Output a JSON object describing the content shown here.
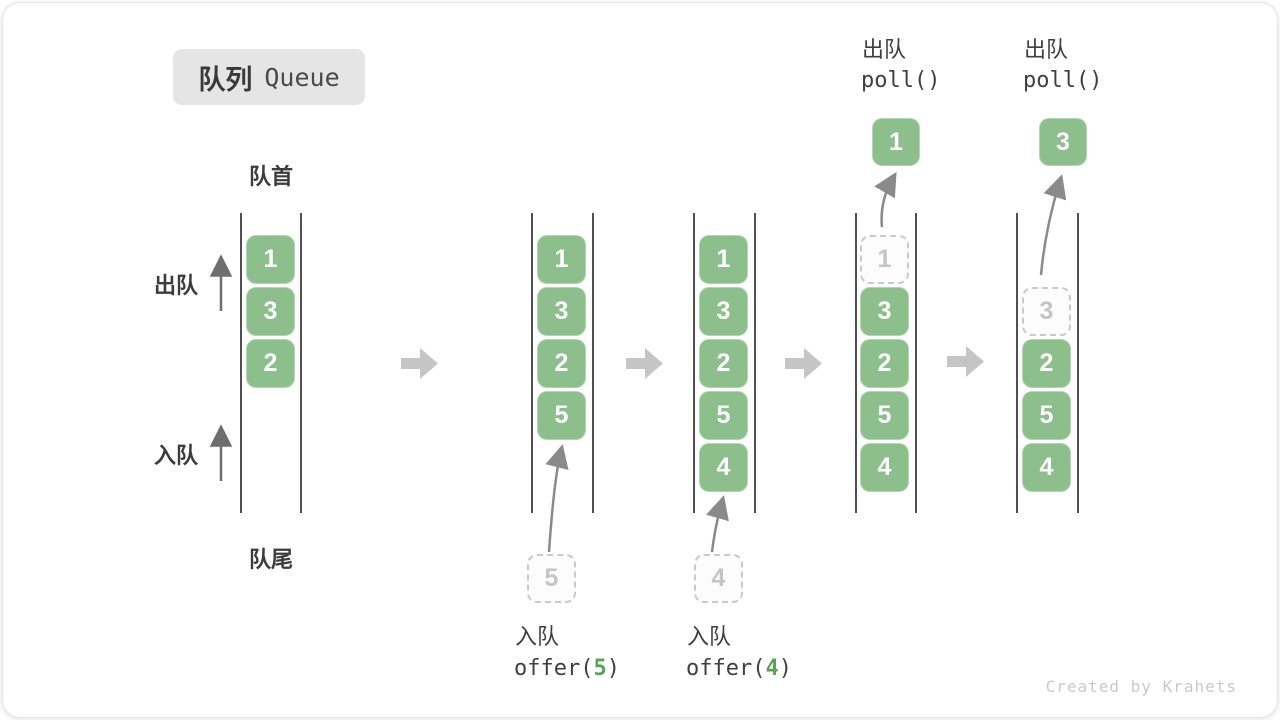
{
  "title": {
    "name": "队列",
    "en": "Queue"
  },
  "side_labels": {
    "front": "队首",
    "rear": "队尾",
    "dequeue": "出队",
    "enqueue": "入队"
  },
  "states": [
    {
      "blocks": [
        {
          "value": "1"
        },
        {
          "value": "3"
        },
        {
          "value": "2"
        }
      ]
    },
    {
      "blocks": [
        {
          "value": "1"
        },
        {
          "value": "3"
        },
        {
          "value": "2"
        },
        {
          "value": "5"
        }
      ]
    },
    {
      "blocks": [
        {
          "value": "1"
        },
        {
          "value": "3"
        },
        {
          "value": "2"
        },
        {
          "value": "5"
        },
        {
          "value": "4"
        }
      ]
    },
    {
      "blocks": [
        {
          "value": "1",
          "dashed": true
        },
        {
          "value": "3"
        },
        {
          "value": "2"
        },
        {
          "value": "5"
        },
        {
          "value": "4"
        }
      ]
    },
    {
      "blocks": [
        {
          "value": "3",
          "dashed": true
        },
        {
          "value": "2"
        },
        {
          "value": "5"
        },
        {
          "value": "4"
        }
      ]
    }
  ],
  "enqueue_ops": [
    {
      "label": "入队",
      "call_open": "offer(",
      "arg": "5",
      "call_close": ")",
      "pending_value": "5"
    },
    {
      "label": "入队",
      "call_open": "offer(",
      "arg": "4",
      "call_close": ")",
      "pending_value": "4"
    }
  ],
  "dequeue_ops": [
    {
      "label": "出队",
      "call": "poll()",
      "popped_value": "1"
    },
    {
      "label": "出队",
      "call": "poll()",
      "popped_value": "3"
    }
  ],
  "watermark": "Created by Krahets",
  "colors": {
    "block_green": "#8cbf8c",
    "arg_green": "#5ba05b",
    "step_arrow_gray": "#c5c5c5",
    "curve_arrow_gray": "#8a8a8a",
    "rail_gray": "#505050",
    "dashed_gray": "#c9c9c9",
    "badge_bg": "#e5e5e5",
    "text_dark": "#3c3c3c"
  }
}
